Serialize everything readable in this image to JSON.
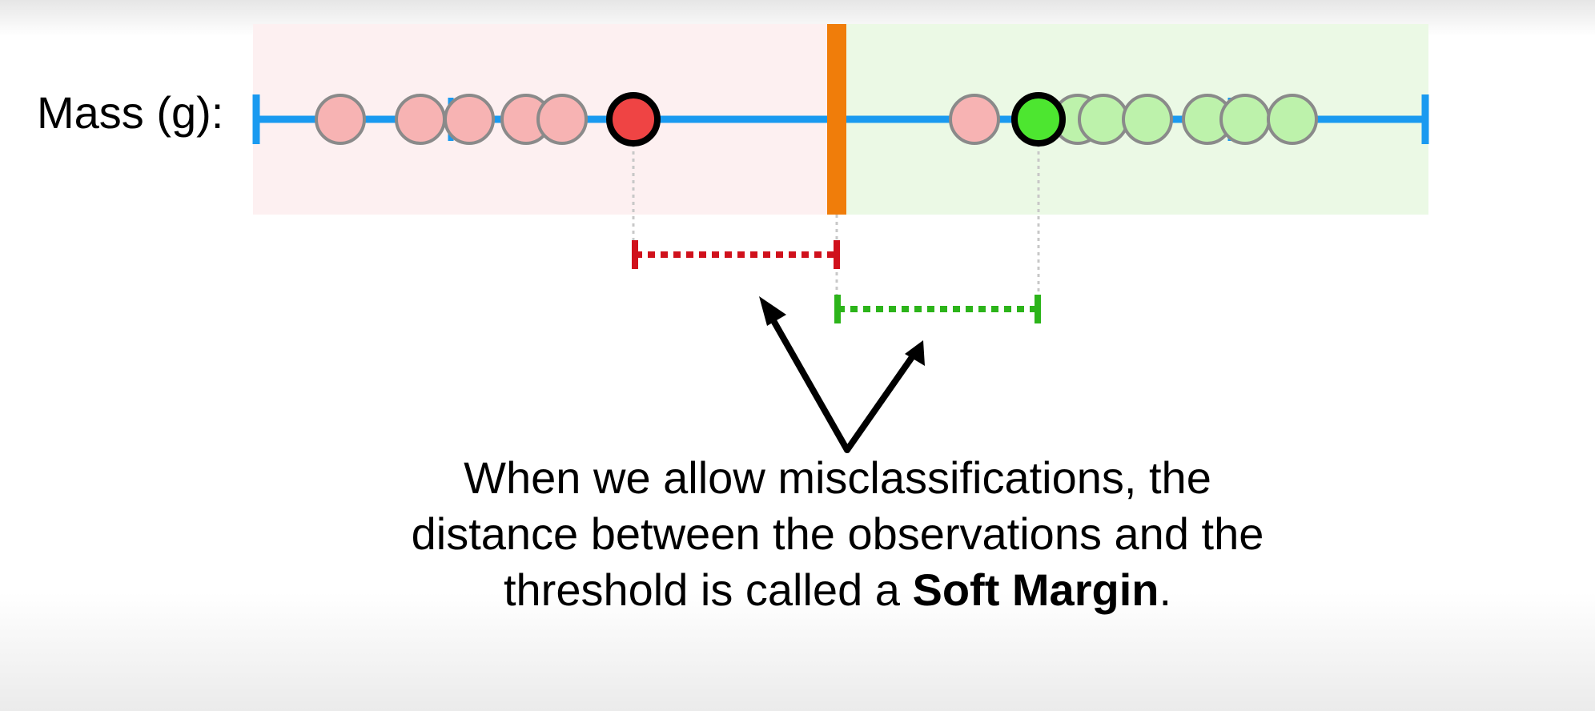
{
  "axis": {
    "label": "Mass (g):"
  },
  "caption": {
    "line1": "When we allow misclassifications, the",
    "line2": "distance between the observations and the",
    "line3_before": "threshold is called a ",
    "line3_bold": "Soft Margin",
    "line3_after": "."
  },
  "colors": {
    "axis_line": "#1a9af0",
    "threshold": "#f07d0a",
    "red_region": "#fdf0f1",
    "green_region": "#ebf9e5",
    "red_point": "#f7b3b3",
    "red_point_highlight": "#ef4444",
    "green_point": "#bdf2ab",
    "green_point_highlight": "#4de630",
    "red_margin": "#d0111c",
    "green_margin": "#2cb41a"
  },
  "icons": {
    "arrows": "double-arrow-icon"
  }
}
